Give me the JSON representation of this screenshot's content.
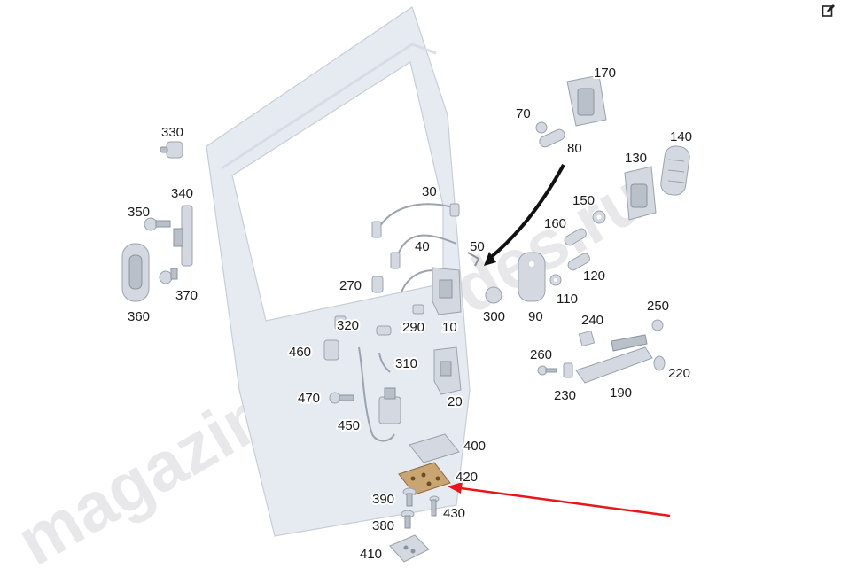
{
  "watermark": "magazin-mercedes.ru",
  "callouts": [
    "330",
    "340",
    "350",
    "360",
    "370",
    "30",
    "40",
    "50",
    "270",
    "290",
    "10",
    "320",
    "460",
    "310",
    "470",
    "450",
    "20",
    "400",
    "420",
    "390",
    "430",
    "380",
    "410",
    "170",
    "70",
    "80",
    "140",
    "130",
    "150",
    "160",
    "120",
    "110",
    "300",
    "90",
    "240",
    "250",
    "260",
    "230",
    "190",
    "220"
  ],
  "colors": {
    "arrow": "#e8161b",
    "parts": "#d4d9e1",
    "door": "#e6ebf2"
  },
  "toolbar": {
    "edit_icon": "edit-icon"
  }
}
